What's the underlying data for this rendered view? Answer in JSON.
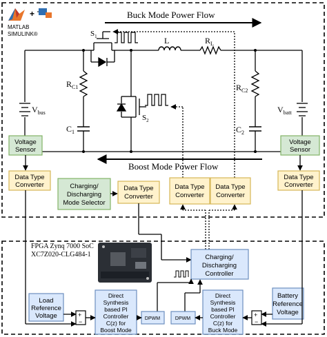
{
  "logos": {
    "matlab": "MATLAB",
    "simulink": "SIMULINK®",
    "plus": "+"
  },
  "flows": {
    "buck": "Buck Mode Power Flow",
    "boost": "Boost Mode Power Flow"
  },
  "components": {
    "s1_main": "S",
    "s1_sub": "1",
    "s2_main": "S",
    "s2_sub": "2",
    "l": "L",
    "rl_main": "R",
    "rl_sub": "L",
    "rc1_main": "R",
    "rc1_sub": "C1",
    "rc2_main": "R",
    "rc2_sub": "C2",
    "c1_main": "C",
    "c1_sub": "1",
    "c2_main": "C",
    "c2_sub": "2",
    "vbus_main": "V",
    "vbus_sub": "bus",
    "vbatt_main": "V",
    "vbatt_sub": "batt"
  },
  "blocks": {
    "voltage_sensor_left": [
      "Voltage",
      "Sensor"
    ],
    "voltage_sensor_right": [
      "Voltage",
      "Sensor"
    ],
    "dtc_left": [
      "Data Type",
      "Converter"
    ],
    "dtc_right": [
      "Data Type",
      "Converter"
    ],
    "dtc_mid": [
      "Data Type",
      "Converter"
    ],
    "dtc_s1": [
      "Data Type",
      "Converter"
    ],
    "dtc_s2": [
      "Data Type",
      "Converter"
    ],
    "mode_selector": [
      "Charging/",
      "Discharging",
      "Mode Selector"
    ],
    "controller": [
      "Charging/",
      "Discharging",
      "Controller"
    ],
    "load_ref": [
      "Load",
      "Reference",
      "Voltage"
    ],
    "batt_ref": [
      "Battery",
      "Reference",
      "Voltage"
    ],
    "pi_boost": [
      "Direct",
      "Synthesis",
      "based PI",
      "Controller",
      "C(z) for",
      "Boost Mode"
    ],
    "pi_buck": [
      "Direct",
      "Synthesis",
      "based PI",
      "Controller",
      "C(z) for",
      "Buck Mode"
    ],
    "dpwm_left": "DPWM",
    "dpwm_right": "DPWM"
  },
  "fpga": {
    "line1": "FPGA Zynq 7000 SoC",
    "line2": "XC7Z020-CLG484-1"
  },
  "sum_signs": {
    "left_plus": "+",
    "left_minus": "−",
    "right_plus": "+",
    "right_minus": "−"
  },
  "colors": {
    "sensor_fill": "#d5e8d4",
    "sensor_stroke": "#82b366",
    "dtc_fill": "#fff2cc",
    "dtc_stroke": "#d6b656",
    "blue_fill": "#dae8fc",
    "blue_stroke": "#6c8ebf"
  }
}
